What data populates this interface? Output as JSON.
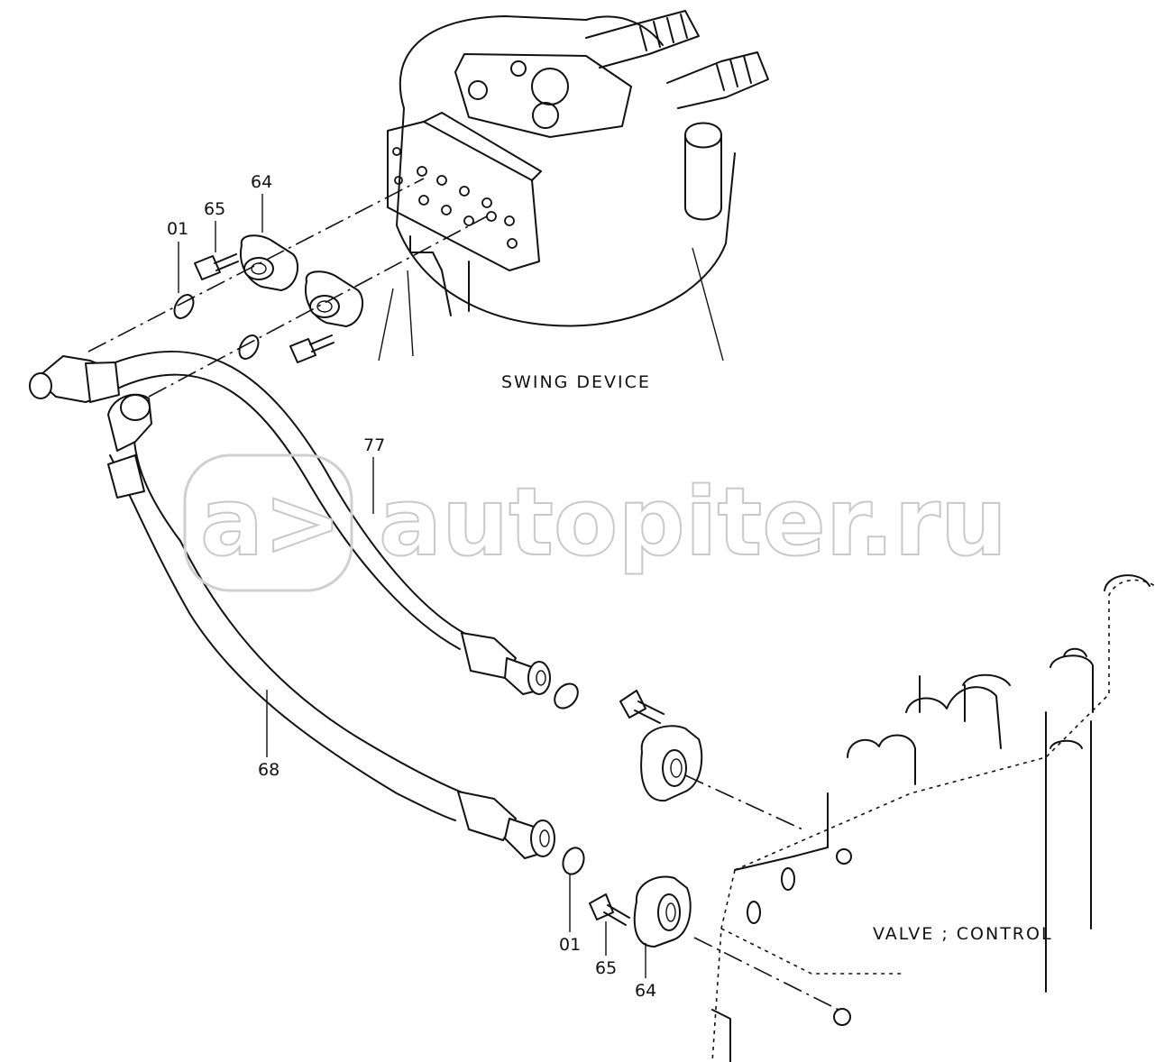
{
  "assemblies": {
    "swing_device": "SWING DEVICE",
    "valve_control": "VALVE ; CONTROL"
  },
  "callouts": {
    "swing_flange": "64",
    "swing_bolt": "65",
    "swing_oring": "01",
    "hose_upper": "77",
    "hose_lower": "68",
    "valve_oring": "01",
    "valve_bolt": "65",
    "valve_flange": "64"
  },
  "watermark": {
    "logo": "a>",
    "text": "autopiter.ru"
  }
}
